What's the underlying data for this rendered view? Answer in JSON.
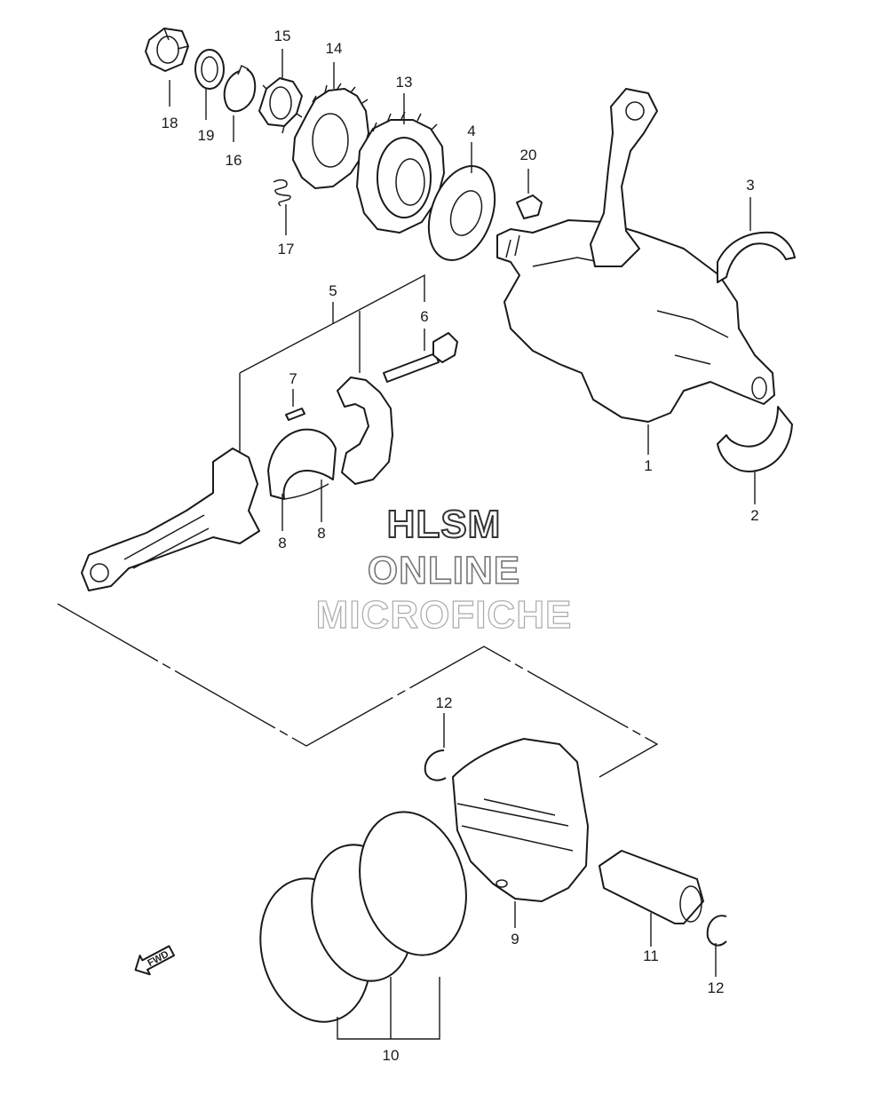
{
  "watermark": {
    "line1": "HLSM",
    "line2": "ONLINE",
    "line3": "MICROFICHE"
  },
  "direction_badge": "FWD",
  "callouts": {
    "c1": "1",
    "c2": "2",
    "c3": "3",
    "c4": "4",
    "c5": "5",
    "c6": "6",
    "c7": "7",
    "c8a": "8",
    "c8b": "8",
    "c9": "9",
    "c10": "10",
    "c11": "11",
    "c12a": "12",
    "c12b": "12",
    "c13": "13",
    "c14": "14",
    "c15": "15",
    "c16": "16",
    "c17": "17",
    "c18": "18",
    "c19": "19",
    "c20": "20"
  }
}
